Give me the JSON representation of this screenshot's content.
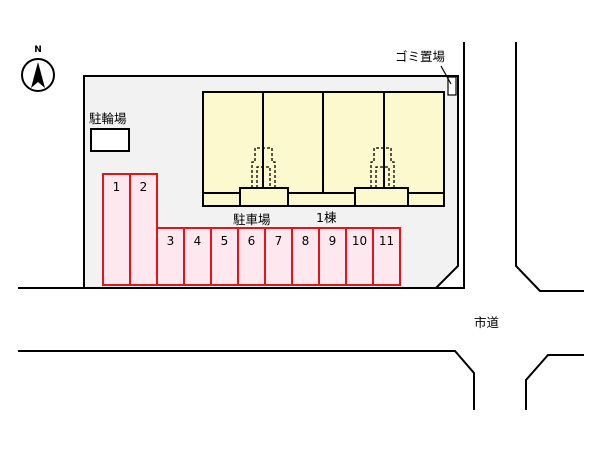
{
  "compass": {
    "label": "N"
  },
  "bicycle_parking": {
    "label": "駐輪場"
  },
  "garbage_area": {
    "label": "ゴミ置場"
  },
  "car_parking": {
    "label": "駐車場"
  },
  "building": {
    "label": "1棟"
  },
  "road": {
    "label": "市道"
  },
  "parking_spaces": [
    "1",
    "2",
    "3",
    "4",
    "5",
    "6",
    "7",
    "8",
    "9",
    "10",
    "11"
  ],
  "colors": {
    "lot_fill": "#f2f2f2",
    "building_fill": "#fdf9cf",
    "space_fill": "#fde8ef",
    "space_stroke": "#e0161b",
    "line": "#000000"
  }
}
